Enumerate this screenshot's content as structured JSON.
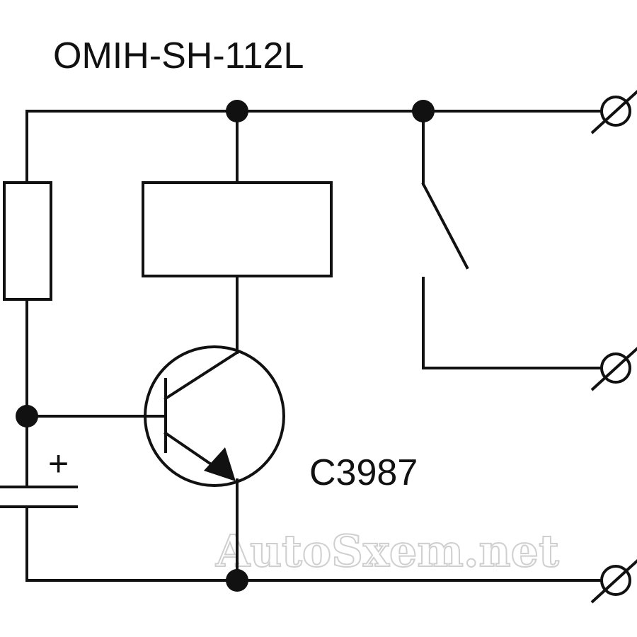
{
  "diagram": {
    "relay_label": "OMIH-SH-112L",
    "transistor_label": "C3987",
    "capacitor_polarity": "+",
    "watermark": "AutoSxem.net",
    "terminals": [
      "Ø",
      "Ø",
      "Ø"
    ]
  },
  "colors": {
    "wire": "#111111",
    "background": "#ffffff",
    "watermark": "#cfcfcf"
  }
}
